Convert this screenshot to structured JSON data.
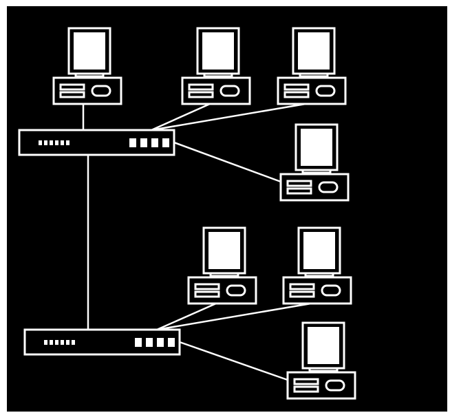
{
  "diagram": {
    "colors": {
      "background": "#000000",
      "line": "#ffffff",
      "screen": "#ffffff"
    },
    "devices": [
      {
        "id": "pc-1",
        "type": "computer",
        "icon": "desktop-computer-icon"
      },
      {
        "id": "pc-2",
        "type": "computer",
        "icon": "desktop-computer-icon"
      },
      {
        "id": "pc-3",
        "type": "computer",
        "icon": "desktop-computer-icon"
      },
      {
        "id": "pc-4",
        "type": "computer",
        "icon": "desktop-computer-icon"
      },
      {
        "id": "pc-5",
        "type": "computer",
        "icon": "desktop-computer-icon"
      },
      {
        "id": "pc-6",
        "type": "computer",
        "icon": "desktop-computer-icon"
      },
      {
        "id": "pc-7",
        "type": "computer",
        "icon": "desktop-computer-icon"
      },
      {
        "id": "hub-1",
        "type": "hub",
        "icon": "network-hub-icon",
        "ports": 4
      },
      {
        "id": "hub-2",
        "type": "hub",
        "icon": "network-hub-icon",
        "ports": 4
      }
    ],
    "links": [
      {
        "from": "pc-1",
        "to": "hub-1"
      },
      {
        "from": "pc-2",
        "to": "hub-1"
      },
      {
        "from": "pc-3",
        "to": "hub-1"
      },
      {
        "from": "pc-4",
        "to": "hub-1"
      },
      {
        "from": "hub-1",
        "to": "hub-2"
      },
      {
        "from": "pc-5",
        "to": "hub-2"
      },
      {
        "from": "pc-6",
        "to": "hub-2"
      },
      {
        "from": "pc-7",
        "to": "hub-2"
      }
    ]
  }
}
